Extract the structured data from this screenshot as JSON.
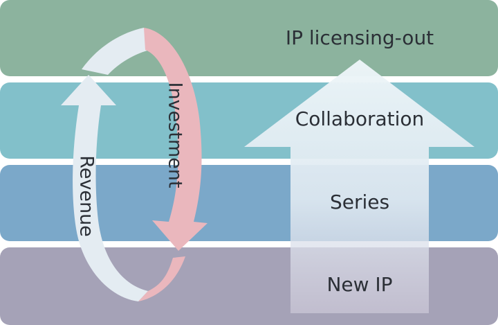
{
  "diagram": {
    "layers": [
      {
        "id": "licensing",
        "label": "IP licensing-out",
        "color": "#8cb39e"
      },
      {
        "id": "collaboration",
        "label": "Collaboration",
        "color": "#82c0ca"
      },
      {
        "id": "series",
        "label": "Series",
        "color": "#7ba8c9"
      },
      {
        "id": "newip",
        "label": "New IP",
        "color": "#a5a2b7"
      }
    ],
    "cycle": {
      "investment_label": "Investment",
      "revenue_label": "Revenue",
      "investment_color": "#eab7bd",
      "revenue_color": "#e4ecf2"
    },
    "growth_arrow_color": "#e8f1f6"
  }
}
